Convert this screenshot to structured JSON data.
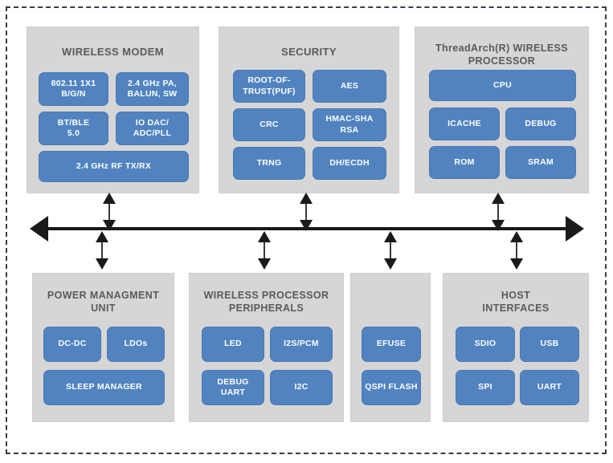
{
  "diagram": {
    "type": "block-diagram",
    "title_visible": false,
    "chip_boundary": {
      "style": "dashed",
      "color": "#3b3b4a"
    },
    "colors": {
      "panel_background": "#d6d6d6",
      "block_fill": "#5183c0",
      "block_text": "#ffffff",
      "panel_title_text": "#5a5a5a",
      "bus_color": "#1a1a1a",
      "page_background": "#ffffff"
    },
    "bus": {
      "orientation": "horizontal",
      "arrowheads": "both",
      "label": "system-interconnect-bus"
    },
    "panels": [
      {
        "id": "wireless-modem",
        "title": "WIRELESS MODEM",
        "row": "top",
        "connector": "bidirectional",
        "blocks": [
          {
            "label": "802.11 1X1 B/G/N",
            "lines": [
              "802.11 1X1",
              "B/G/N"
            ]
          },
          {
            "label": "2.4 GHz PA, BALUN, SW",
            "lines": [
              "2.4 GHz PA,",
              "BALUN, SW"
            ]
          },
          {
            "label": "BT/BLE 5.0",
            "lines": [
              "BT/BLE",
              "5.0"
            ]
          },
          {
            "label": "IO DAC/ ADC/PLL",
            "lines": [
              "IO DAC/",
              "ADC/PLL"
            ]
          },
          {
            "label": "2.4 GHz RF TX/RX",
            "lines": [
              "2.4 GHz RF TX/RX"
            ]
          }
        ]
      },
      {
        "id": "security",
        "title": "SECURITY",
        "row": "top",
        "connector": "bidirectional",
        "blocks": [
          {
            "label": "ROOT-OF-TRUST(PUF)",
            "lines": [
              "ROOT-OF-",
              "TRUST(PUF)"
            ]
          },
          {
            "label": "AES",
            "lines": [
              "AES"
            ]
          },
          {
            "label": "CRC",
            "lines": [
              "CRC"
            ]
          },
          {
            "label": "HMAC-SHA RSA",
            "lines": [
              "HMAC-SHA",
              "RSA"
            ]
          },
          {
            "label": "TRNG",
            "lines": [
              "TRNG"
            ]
          },
          {
            "label": "DH/ECDH",
            "lines": [
              "DH/ECDH"
            ]
          }
        ]
      },
      {
        "id": "threadarch-wireless-processor",
        "title": "ThreadArch(R) WIRELESS PROCESSOR",
        "title_lines": [
          "ThreadArch(R) WIRELESS",
          "PROCESSOR"
        ],
        "row": "top",
        "connector": "bidirectional",
        "blocks": [
          {
            "label": "CPU",
            "lines": [
              "CPU"
            ]
          },
          {
            "label": "ICACHE",
            "lines": [
              "ICACHE"
            ]
          },
          {
            "label": "DEBUG",
            "lines": [
              "DEBUG"
            ]
          },
          {
            "label": "ROM",
            "lines": [
              "ROM"
            ]
          },
          {
            "label": "SRAM",
            "lines": [
              "SRAM"
            ]
          }
        ]
      },
      {
        "id": "power-management-unit",
        "title": "POWER MANAGMENT UNIT",
        "title_lines": [
          "POWER MANAGMENT",
          "UNIT"
        ],
        "row": "bottom",
        "connector": "bidirectional",
        "blocks": [
          {
            "label": "DC-DC",
            "lines": [
              "DC-DC"
            ]
          },
          {
            "label": "LDOs",
            "lines": [
              "LDOs"
            ]
          },
          {
            "label": "SLEEP MANAGER",
            "lines": [
              "SLEEP MANAGER"
            ]
          }
        ]
      },
      {
        "id": "wireless-processor-peripherals",
        "title": "WIRELESS PROCESSOR PERIPHERALS",
        "title_lines": [
          "WIRELESS PROCESSOR",
          "PERIPHERALS"
        ],
        "row": "bottom",
        "connector": "bidirectional",
        "blocks": [
          {
            "label": "LED",
            "lines": [
              "LED"
            ]
          },
          {
            "label": "I2S/PCM",
            "lines": [
              "I2S/PCM"
            ]
          },
          {
            "label": "DEBUG UART",
            "lines": [
              "DEBUG",
              "UART"
            ]
          },
          {
            "label": "I2C",
            "lines": [
              "I2C"
            ]
          }
        ]
      },
      {
        "id": "memory",
        "title": "",
        "row": "bottom",
        "connector": "bidirectional",
        "blocks": [
          {
            "label": "EFUSE",
            "lines": [
              "EFUSE"
            ]
          },
          {
            "label": "QSPI FLASH",
            "lines": [
              "QSPI FLASH"
            ]
          }
        ]
      },
      {
        "id": "host-interfaces",
        "title": "HOST INTERFACES",
        "title_lines": [
          "HOST",
          "INTERFACES"
        ],
        "row": "bottom",
        "connector": "bidirectional",
        "blocks": [
          {
            "label": "SDIO",
            "lines": [
              "SDIO"
            ]
          },
          {
            "label": "USB",
            "lines": [
              "USB"
            ]
          },
          {
            "label": "SPI",
            "lines": [
              "SPI"
            ]
          },
          {
            "label": "UART",
            "lines": [
              "UART"
            ]
          }
        ]
      }
    ]
  }
}
